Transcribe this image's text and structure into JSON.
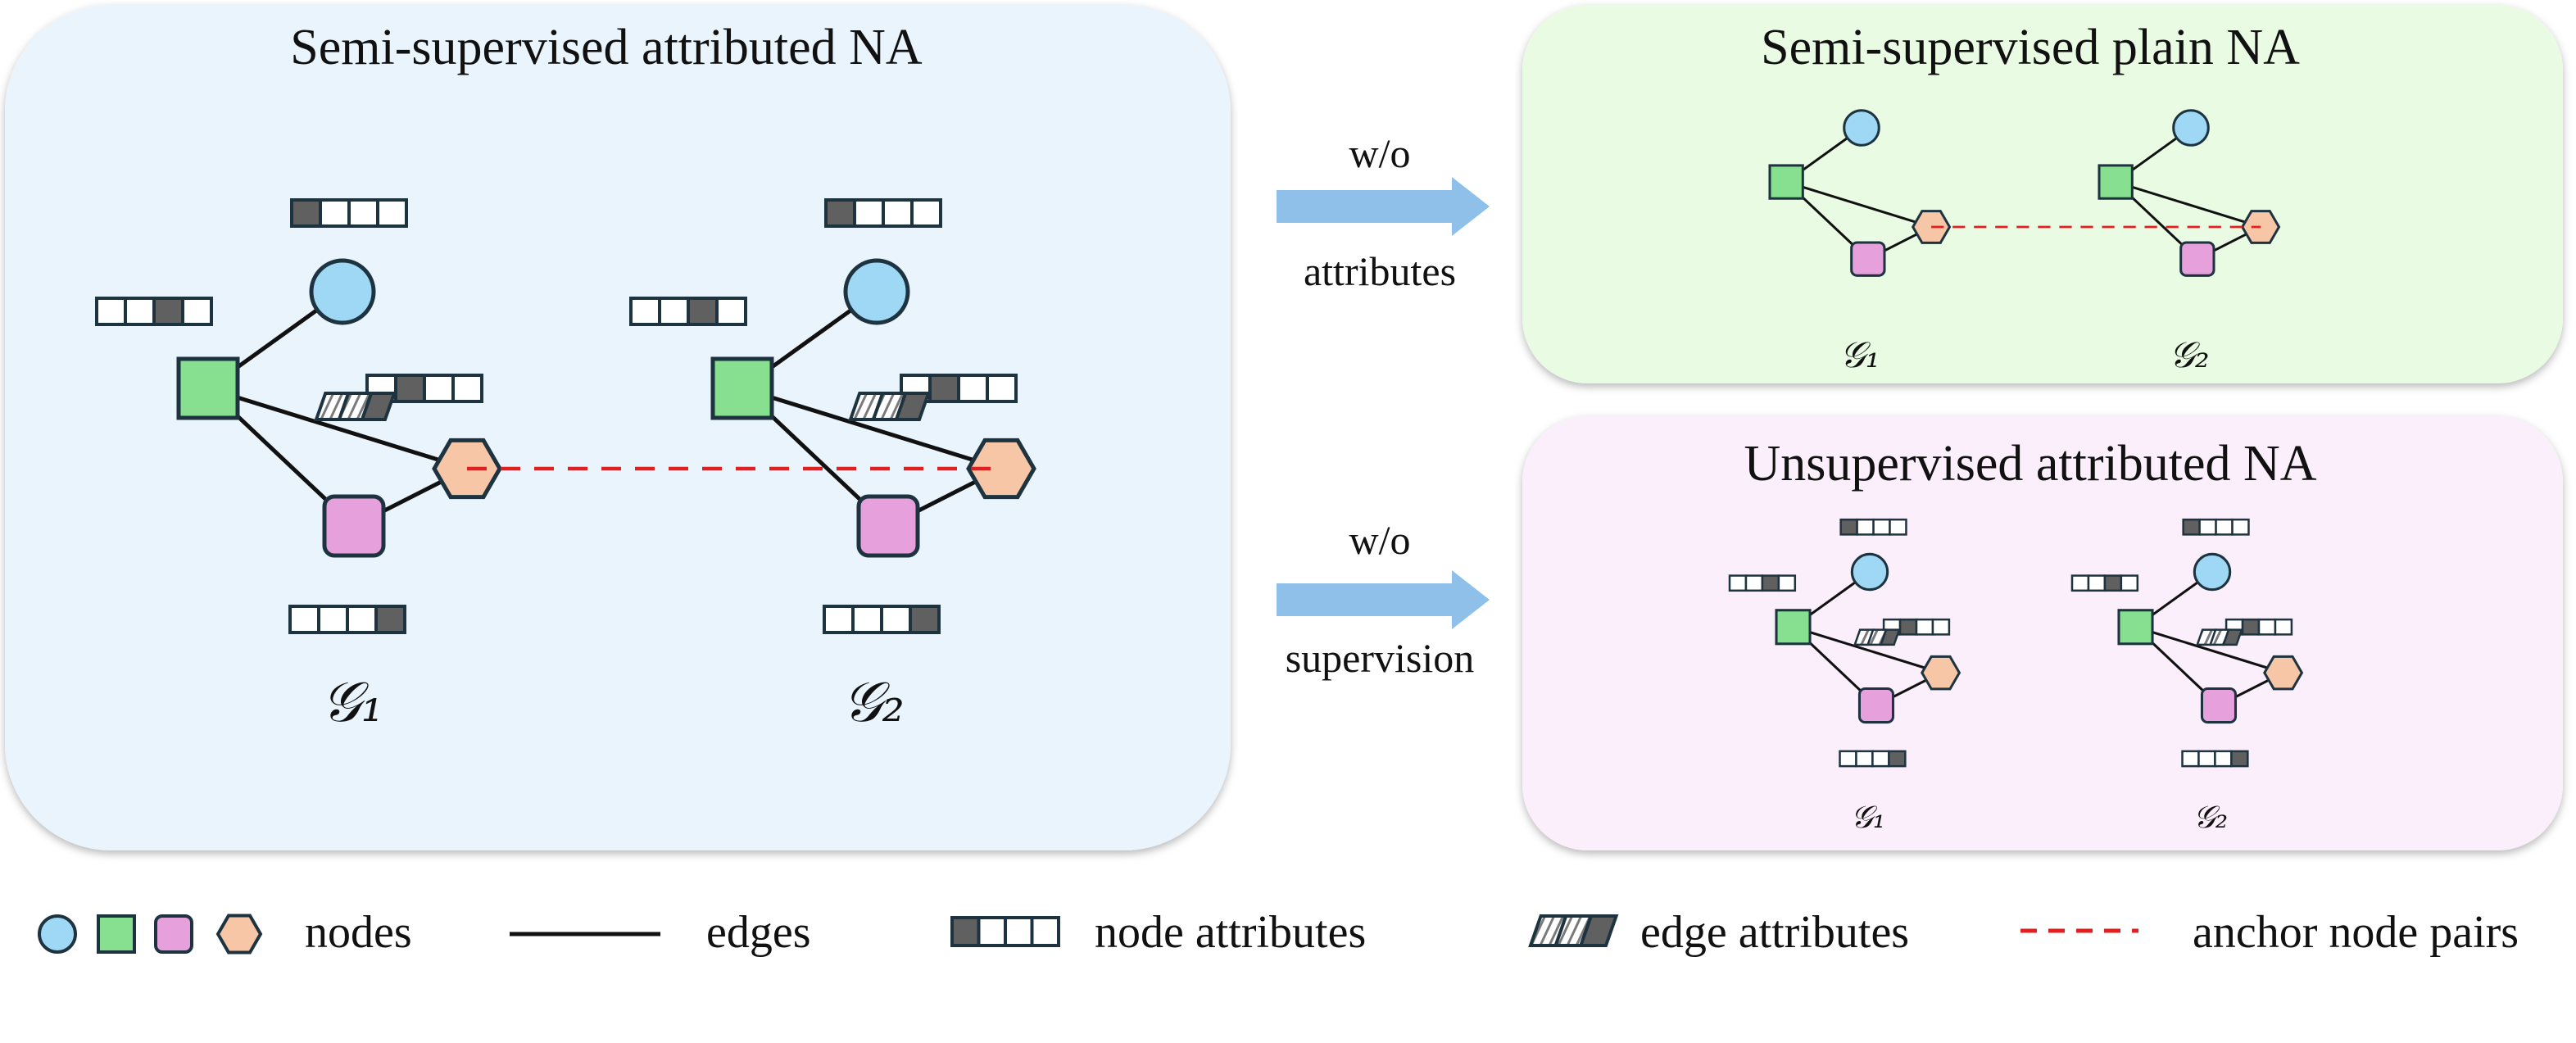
{
  "panels": {
    "main": {
      "title": "Semi-supervised attributed NA"
    },
    "plain": {
      "title": "Semi-supervised plain NA"
    },
    "unsup": {
      "title": "Unsupervised attributed NA"
    }
  },
  "arrows": {
    "top": {
      "line1": "w/o",
      "line2": "attributes"
    },
    "bottom": {
      "line1": "w/o",
      "line2": "supervision"
    }
  },
  "graph_labels": {
    "g1": "𝒢₁",
    "g2": "𝒢₂"
  },
  "legend": {
    "nodes": "nodes",
    "edges": "edges",
    "node_attributes": "node attributes",
    "edge_attributes": "edge attributes",
    "anchor_pairs": "anchor node pairs"
  },
  "colors": {
    "main_bg": "#eaf4fd",
    "plain_bg": "#e9fbe3",
    "unsup_bg": "#fbeffb",
    "arrow": "#8ec0ea",
    "circle_node": "#9fd8f5",
    "square_node": "#86e08f",
    "rounded_node": "#e6a0dc",
    "hexagon_node": "#f7c6a6",
    "outline": "#1e3340",
    "attr_dark": "#606060",
    "anchor": "#e02020"
  }
}
